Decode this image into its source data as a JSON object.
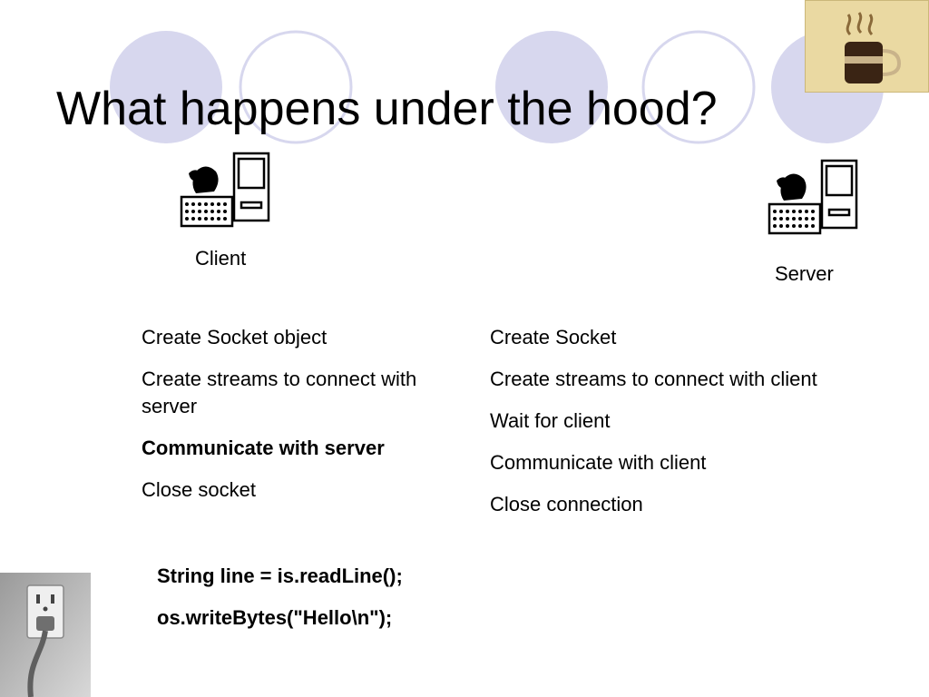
{
  "slide": {
    "title": "What happens under the hood?",
    "client_label": "Client",
    "server_label": "Server",
    "client_steps": [
      {
        "text": "Create Socket object",
        "bold": false
      },
      {
        "text": "Create streams to connect with server",
        "bold": false
      },
      {
        "text": "Communicate with server",
        "bold": true
      },
      {
        "text": "Close socket",
        "bold": false
      }
    ],
    "server_steps": [
      {
        "text": "Create Socket",
        "bold": false
      },
      {
        "text": "Create streams to connect with client",
        "bold": false
      },
      {
        "text": "Wait for client",
        "bold": false
      },
      {
        "text": "Communicate with client",
        "bold": false
      },
      {
        "text": "Close connection",
        "bold": false
      }
    ],
    "code_lines": [
      "String line = is.readLine();",
      "os.writeBytes(\"Hello\\n\");"
    ]
  },
  "icons": {
    "client": "computer-icon",
    "server": "computer-icon",
    "corner_top": "coffee-cup-image",
    "corner_bottom": "power-outlet-image"
  },
  "colors": {
    "circle_fill": "#d7d7ee",
    "circle_ring": "#d7d7ee",
    "text": "#000000"
  }
}
